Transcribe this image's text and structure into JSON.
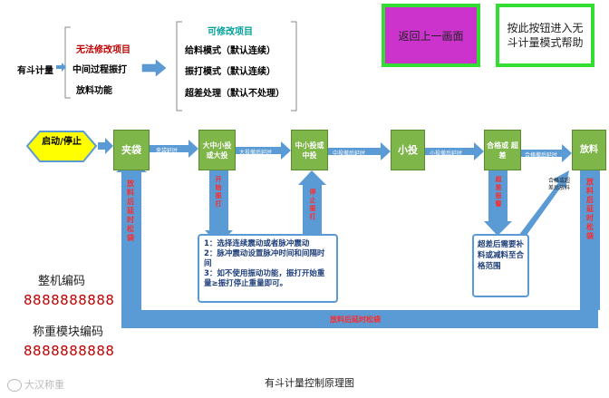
{
  "header": {
    "root_label": "有斗计量",
    "fixed_group_title": "无法修改项目",
    "fixed_items": [
      "中间过程振打",
      "放料功能"
    ],
    "editable_group_title": "可修改项目",
    "editable_items": [
      "给料模式（默认连续）",
      "振打模式（默认连续）",
      "超差处理（默认不处理）"
    ]
  },
  "buttons": {
    "back_label": "返回上一画面",
    "help_label": "按此按钮进入无斗计量模式帮助"
  },
  "start_stop_label": "启动/停止",
  "stages": {
    "clamp": "夹袋",
    "big_mid_small": "大中小投 或大投",
    "mid_small": "中小投或 中投",
    "small": "小投",
    "check": "合格或 超差",
    "discharge": "放料"
  },
  "flow_labels": {
    "clamp_delay": "夹袋延时",
    "big_delay": "大投撤后延时",
    "mid_delay": "中投撤后延时",
    "small_delay": "小投撤后延时",
    "check_delay": "合格撤后延时"
  },
  "vertical_labels": {
    "left_return": "放料后延时松袋",
    "vibrate_start": "开始振打",
    "vibrate_stop": "停止振打",
    "over_alarm": "超差报警",
    "right_return": "放料后延时松袋",
    "qualified_or_fixed": "合格或超差后放料"
  },
  "bottom_flow_label": "放料后延时松袋",
  "note_box": {
    "lines": [
      "1：选择连续震动或者脉冲震动",
      "2：脉冲震动设置脉冲时间和间隔时间",
      "3：如不使用振动功能，振打开始重量≥振打停止重量即可。"
    ]
  },
  "over_box": {
    "text": "超差后需要补料或减料至合格范围"
  },
  "left_info": {
    "machine_code_label": "整机编码",
    "machine_code_value": "8888888888",
    "module_code_label": "称重模块编码",
    "module_code_value": "8888888888"
  },
  "caption": "有斗计量控制原理图",
  "watermark": "大汉称重",
  "colors": {
    "stage_green": "#7fb64a",
    "arrow_blue": "#5b9bd5",
    "hexagon_yellow": "#ffff00",
    "back_button_fill": "#cc33cc",
    "button_border": "#33cc33",
    "fixed_red": "#c00000",
    "editable_teal": "#00a09a",
    "code_red": "#c00000"
  }
}
